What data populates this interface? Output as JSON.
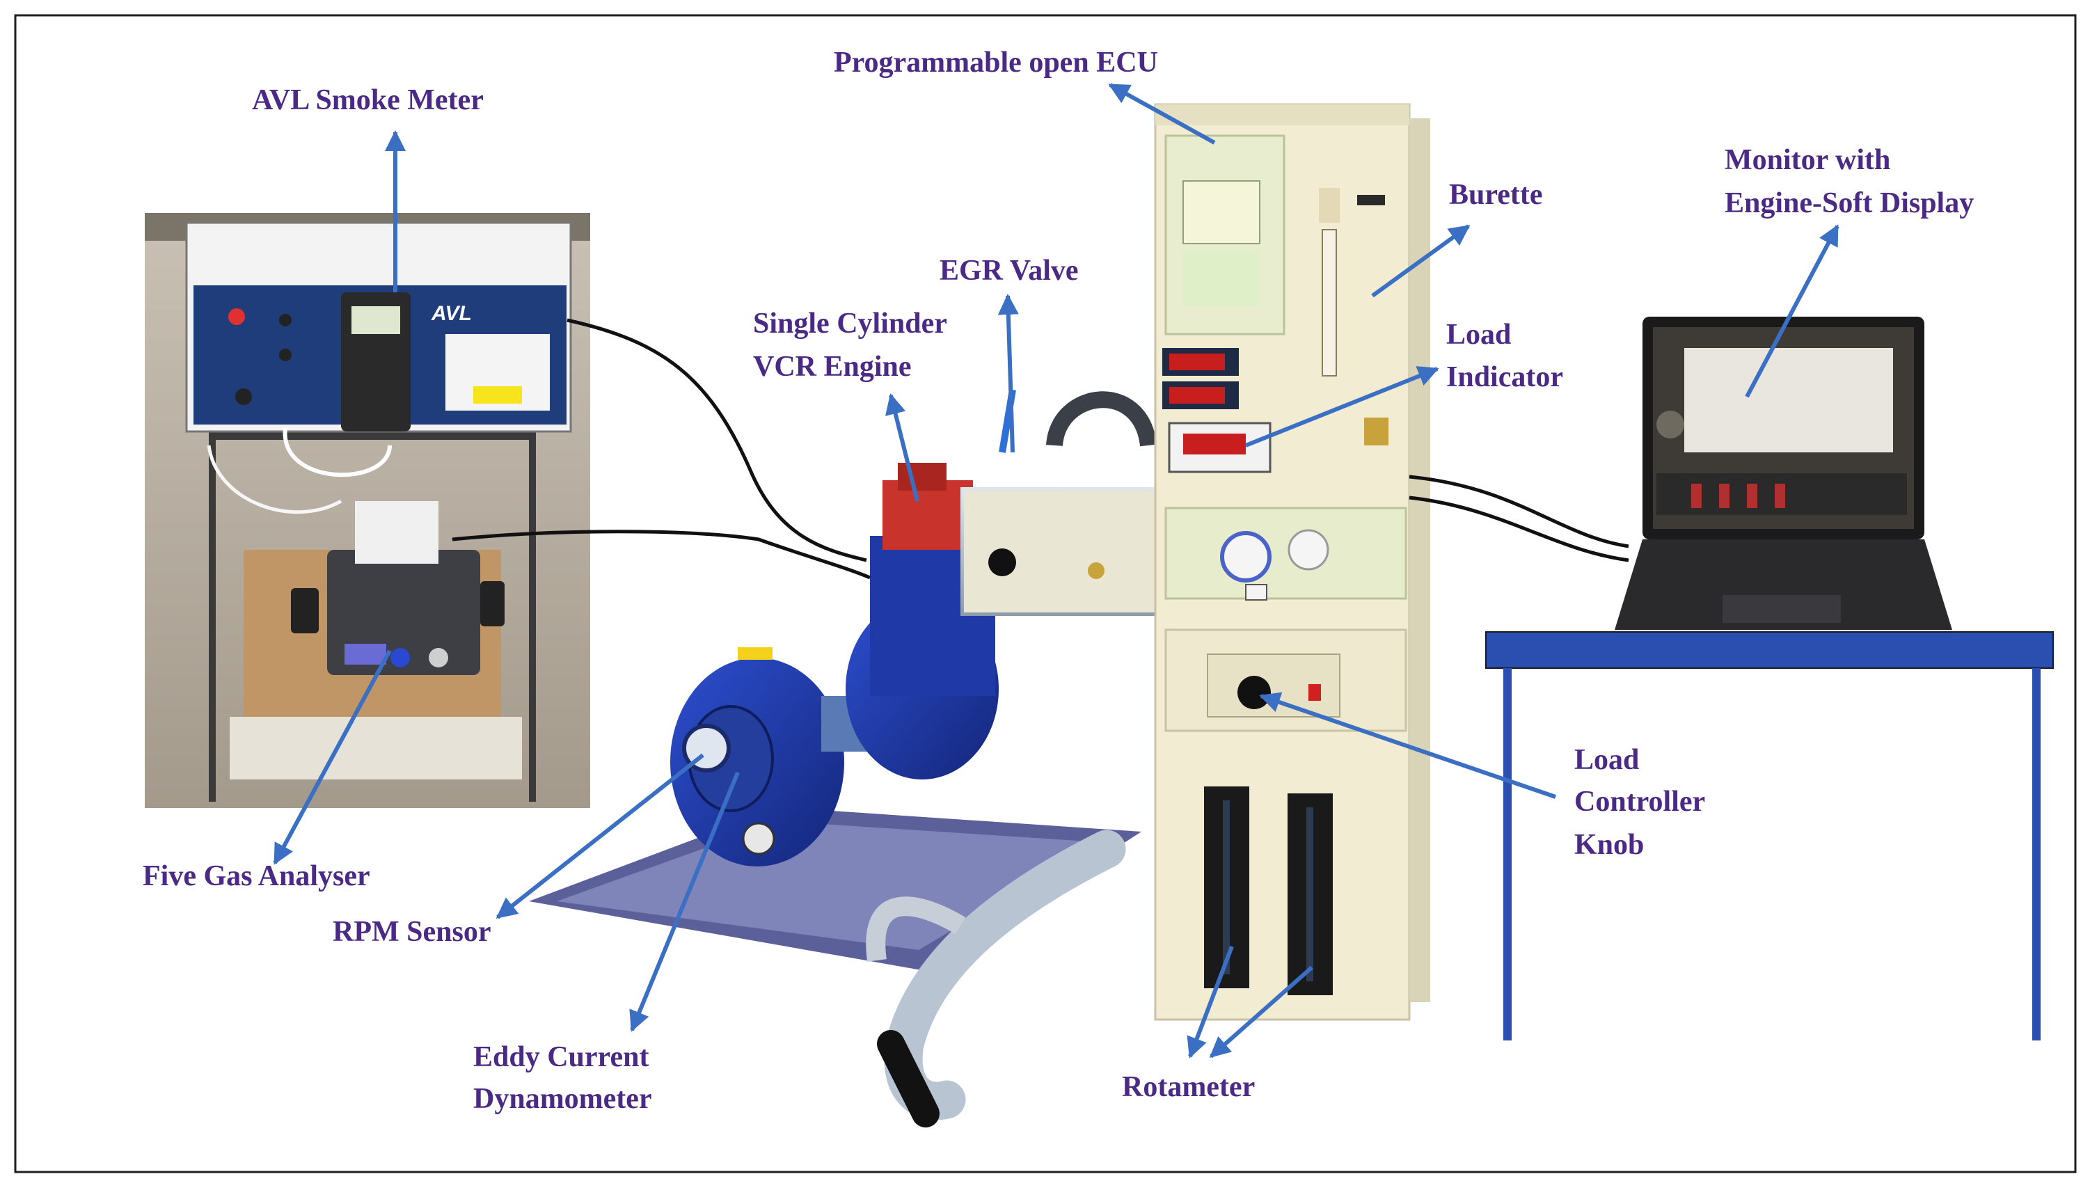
{
  "labels": {
    "avl_smoke_meter": "AVL Smoke Meter",
    "programmable_ecu": "Programmable open ECU",
    "burette": "Burette",
    "monitor_line1": "Monitor with",
    "monitor_line2": "Engine-Soft Display",
    "egr_valve": "EGR Valve",
    "single_cyl_line1": "Single Cylinder",
    "single_cyl_line2": "VCR Engine",
    "load_indicator_line1": "Load",
    "load_indicator_line2": "Indicator",
    "load_controller_line1": "Load",
    "load_controller_line2": "Controller",
    "load_controller_line3": "Knob",
    "five_gas_analyser": "Five Gas Analyser",
    "rpm_sensor": "RPM Sensor",
    "eddy_line1": "Eddy Current",
    "eddy_line2": "Dynamometer",
    "rotameter": "Rotameter"
  },
  "device_text": {
    "avl_brand": "AVL"
  },
  "colors": {
    "label_text": "#4b2a86",
    "arrow": "#3a6fc4",
    "table": "#2a4fb0",
    "engine_blue": "#1c37a8",
    "panel_cream": "#f1ecd2",
    "frame": "#202020"
  }
}
